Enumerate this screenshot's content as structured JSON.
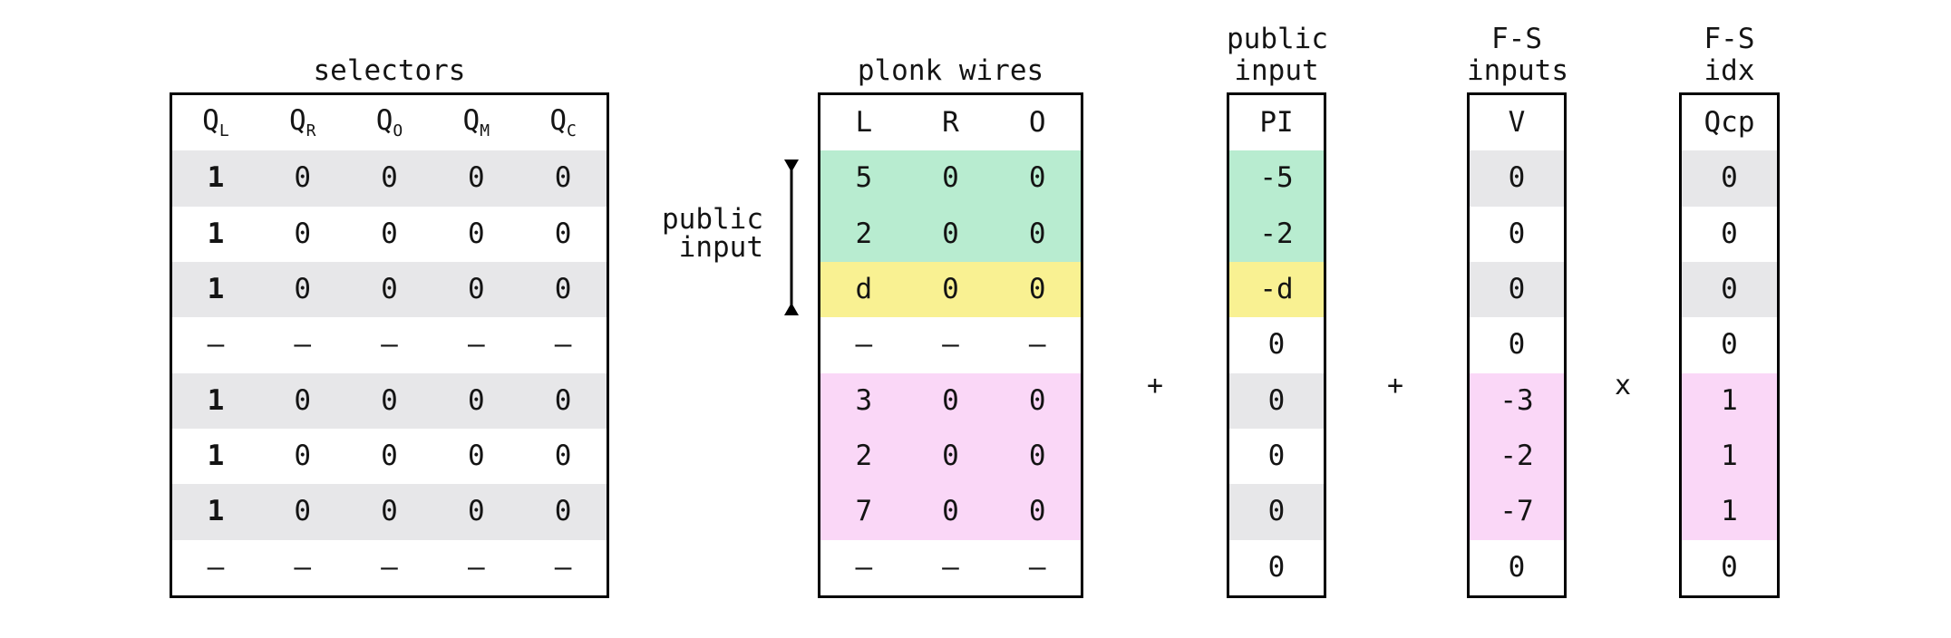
{
  "colors": {
    "mint": "#b8ecd0",
    "yellow": "#f9f192",
    "pink": "#fad7f7",
    "gray": "#e7e7e9",
    "white": "#ffffff",
    "border": "#000000",
    "text": "#141414"
  },
  "side_annotation": {
    "line1": "public",
    "line2": "input"
  },
  "operators": {
    "wires_plus": "+",
    "pi_plus": "+",
    "fs_times": "x"
  },
  "tables": [
    {
      "id": "selectors",
      "title_lines": [
        "selectors"
      ],
      "headers": [
        {
          "t": "Q",
          "sub": "L"
        },
        {
          "t": "Q",
          "sub": "R"
        },
        {
          "t": "Q",
          "sub": "O"
        },
        {
          "t": "Q",
          "sub": "M"
        },
        {
          "t": "Q",
          "sub": "C"
        }
      ],
      "rows": [
        {
          "bg": "gray",
          "cells": [
            {
              "v": "1",
              "bold": true
            },
            "0",
            "0",
            "0",
            "0"
          ]
        },
        {
          "bg": "white",
          "cells": [
            {
              "v": "1",
              "bold": true
            },
            "0",
            "0",
            "0",
            "0"
          ]
        },
        {
          "bg": "gray",
          "cells": [
            {
              "v": "1",
              "bold": true
            },
            "0",
            "0",
            "0",
            "0"
          ]
        },
        {
          "bg": "white",
          "cells": [
            "–",
            "–",
            "–",
            "–",
            "–"
          ]
        },
        {
          "bg": "gray",
          "cells": [
            {
              "v": "1",
              "bold": true
            },
            "0",
            "0",
            "0",
            "0"
          ]
        },
        {
          "bg": "white",
          "cells": [
            {
              "v": "1",
              "bold": true
            },
            "0",
            "0",
            "0",
            "0"
          ]
        },
        {
          "bg": "gray",
          "cells": [
            {
              "v": "1",
              "bold": true
            },
            "0",
            "0",
            "0",
            "0"
          ]
        },
        {
          "bg": "white",
          "cells": [
            "–",
            "–",
            "–",
            "–",
            "–"
          ]
        }
      ]
    },
    {
      "id": "plonk-wires",
      "title_lines": [
        "plonk wires"
      ],
      "headers": [
        {
          "t": "L"
        },
        {
          "t": "R"
        },
        {
          "t": "O"
        }
      ],
      "rows": [
        {
          "bg": "mint",
          "cells": [
            "5",
            "0",
            "0"
          ]
        },
        {
          "bg": "mint",
          "cells": [
            "2",
            "0",
            "0"
          ]
        },
        {
          "bg": "yellow",
          "cells": [
            "d",
            "0",
            "0"
          ]
        },
        {
          "bg": "white",
          "cells": [
            "–",
            "–",
            "–"
          ]
        },
        {
          "bg": "pink",
          "cells": [
            "3",
            "0",
            "0"
          ]
        },
        {
          "bg": "pink",
          "cells": [
            "2",
            "0",
            "0"
          ]
        },
        {
          "bg": "pink",
          "cells": [
            "7",
            "0",
            "0"
          ]
        },
        {
          "bg": "white",
          "cells": [
            "–",
            "–",
            "–"
          ]
        }
      ]
    },
    {
      "id": "public-input",
      "title_lines": [
        "public",
        "input"
      ],
      "headers": [
        {
          "t": "PI"
        }
      ],
      "rows": [
        {
          "bg": "mint",
          "cells": [
            "-5"
          ]
        },
        {
          "bg": "mint",
          "cells": [
            "-2"
          ]
        },
        {
          "bg": "yellow",
          "cells": [
            "-d"
          ]
        },
        {
          "bg": "white",
          "cells": [
            "0"
          ]
        },
        {
          "bg": "gray",
          "cells": [
            "0"
          ]
        },
        {
          "bg": "white",
          "cells": [
            "0"
          ]
        },
        {
          "bg": "gray",
          "cells": [
            "0"
          ]
        },
        {
          "bg": "white",
          "cells": [
            "0"
          ]
        }
      ]
    },
    {
      "id": "fs-inputs",
      "title_lines": [
        "F-S",
        "inputs"
      ],
      "headers": [
        {
          "t": "V"
        }
      ],
      "rows": [
        {
          "bg": "gray",
          "cells": [
            "0"
          ]
        },
        {
          "bg": "white",
          "cells": [
            "0"
          ]
        },
        {
          "bg": "gray",
          "cells": [
            "0"
          ]
        },
        {
          "bg": "white",
          "cells": [
            "0"
          ]
        },
        {
          "bg": "pink",
          "cells": [
            "-3"
          ]
        },
        {
          "bg": "pink",
          "cells": [
            "-2"
          ]
        },
        {
          "bg": "pink",
          "cells": [
            "-7"
          ]
        },
        {
          "bg": "white",
          "cells": [
            "0"
          ]
        }
      ]
    },
    {
      "id": "fs-idx",
      "title_lines": [
        "F-S",
        "idx"
      ],
      "headers": [
        {
          "t": "Qcp"
        }
      ],
      "rows": [
        {
          "bg": "gray",
          "cells": [
            "0"
          ]
        },
        {
          "bg": "white",
          "cells": [
            "0"
          ]
        },
        {
          "bg": "gray",
          "cells": [
            "0"
          ]
        },
        {
          "bg": "white",
          "cells": [
            "0"
          ]
        },
        {
          "bg": "pink",
          "cells": [
            "1"
          ]
        },
        {
          "bg": "pink",
          "cells": [
            "1"
          ]
        },
        {
          "bg": "pink",
          "cells": [
            "1"
          ]
        },
        {
          "bg": "white",
          "cells": [
            "0"
          ]
        }
      ]
    }
  ]
}
